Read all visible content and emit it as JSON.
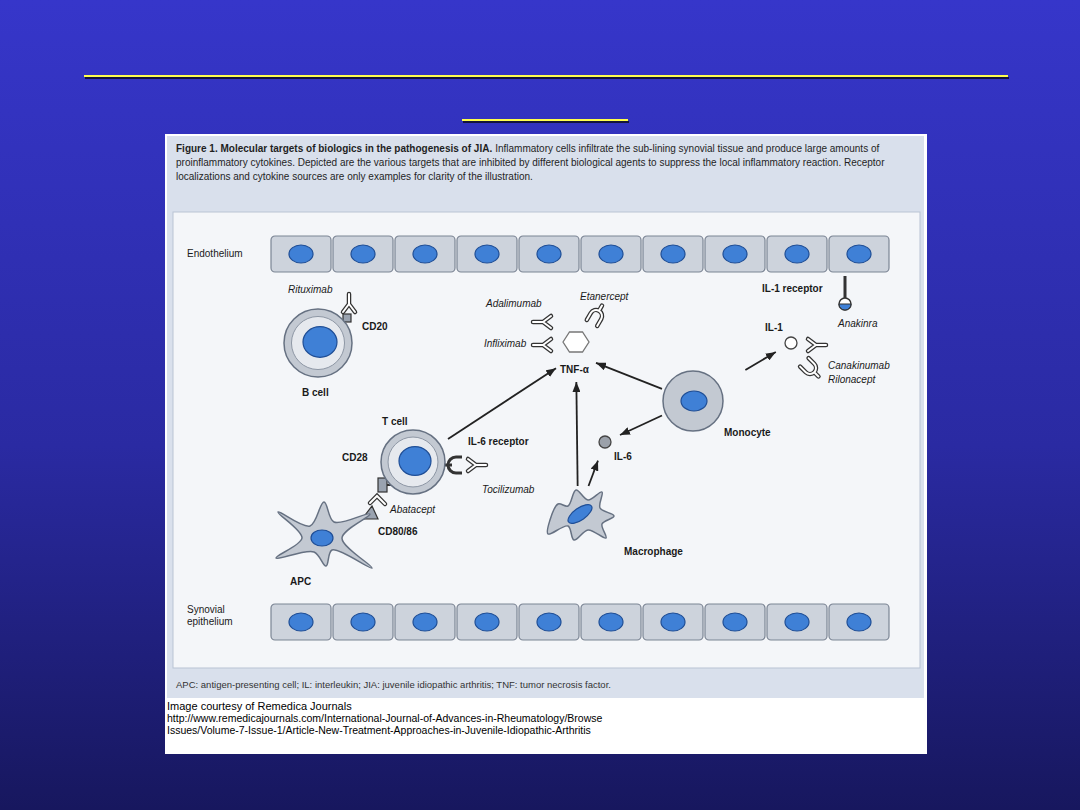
{
  "diagram": {
    "title": "Figure 1. Molecular targets of biologics in the pathogenesis of JIA.",
    "caption": "Inflammatory cells infiltrate the sub-lining synovial tissue and produce large amounts of proinflammatory cytokines. Depicted are the various targets that are inhibited by different biological agents to suppress the local inflammatory reaction. Receptor localizations and cytokine sources are only examples for clarity of the illustration.",
    "nodes": [
      {
        "text": [
          "Endothelium"
        ]
      },
      {
        "text": [
          "B cell"
        ]
      },
      {
        "text": [
          "TNF-α"
        ]
      },
      {
        "text": [
          "IL-1"
        ]
      },
      {
        "text": [
          "T cell"
        ]
      },
      {
        "text": [
          "Monocyte"
        ]
      },
      {
        "text": [
          "IL-6"
        ]
      },
      {
        "text": [
          "Macrophage"
        ]
      },
      {
        "text": [
          "APC"
        ]
      },
      {
        "text": [
          "Synovial epithelium"
        ]
      }
    ],
    "edges": [
      {
        "from": 4,
        "to": 2,
        "arrow": "to"
      },
      {
        "from": 5,
        "to": 2,
        "arrow": "to"
      },
      {
        "from": 5,
        "to": 3,
        "arrow": "to"
      },
      {
        "from": 5,
        "to": 6,
        "arrow": "to"
      },
      {
        "from": 7,
        "to": 2,
        "arrow": "to"
      },
      {
        "from": 7,
        "to": 6,
        "arrow": "to"
      }
    ],
    "labels": [
      "Rituximab",
      "CD20",
      "Adalimumab",
      "Etanercept",
      "Infliximab",
      "IL-1 receptor",
      "Anakinra",
      "Canakinumab",
      "Rilonacept",
      "CD28",
      "IL-6 receptor",
      "Tocilizumab",
      "Abatacept",
      "CD80/86",
      "APC: antigen-presenting cell; IL: interleukin; JIA: juvenile idiopathic arthritis; TNF: tumor necrosis factor.",
      "Image courtesy of Remedica Journals",
      "http://www.remedicajournals.com/International-Journal-of-Advances-in-Rheumatology/Browse Issues/Volume-7-Issue-1/Article-New-Treatment-Approaches-in-Juvenile-Idiopathic-Arthritis"
    ]
  }
}
